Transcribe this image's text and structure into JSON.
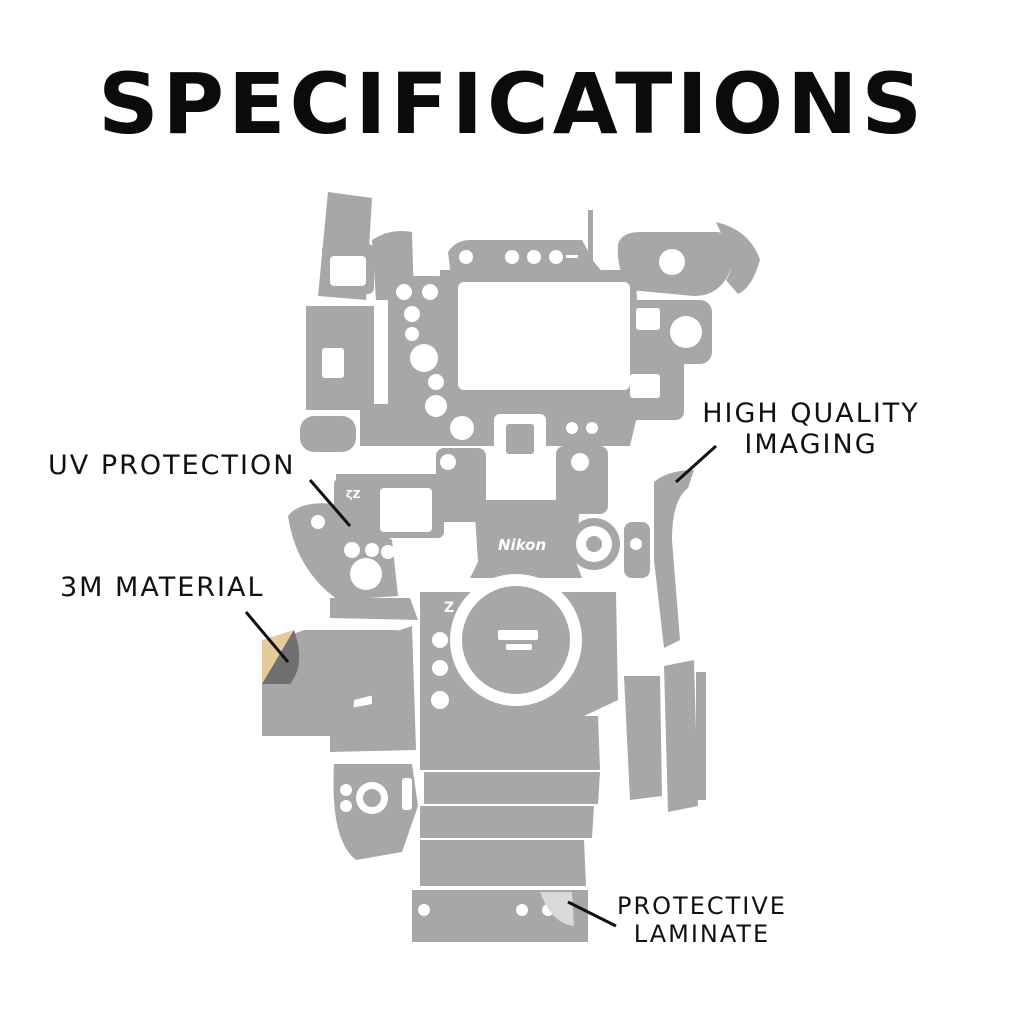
{
  "title": "SPECIFICATIONS",
  "colors": {
    "skin": "#a7a7a9",
    "cutout": "#ffffff",
    "text": "#111111",
    "material": "#e8c99a"
  },
  "labels": {
    "uv": "UV PROTECTION",
    "material": "3M MATERIAL",
    "imaging": [
      "HIGH QUALITY",
      "IMAGING"
    ],
    "laminate": [
      "PROTECTIVE",
      "LAMINATE"
    ]
  },
  "brand_marks": {
    "logo": "Nikon",
    "mode_badge": "Z",
    "mode_badge_small": "ζZ"
  }
}
